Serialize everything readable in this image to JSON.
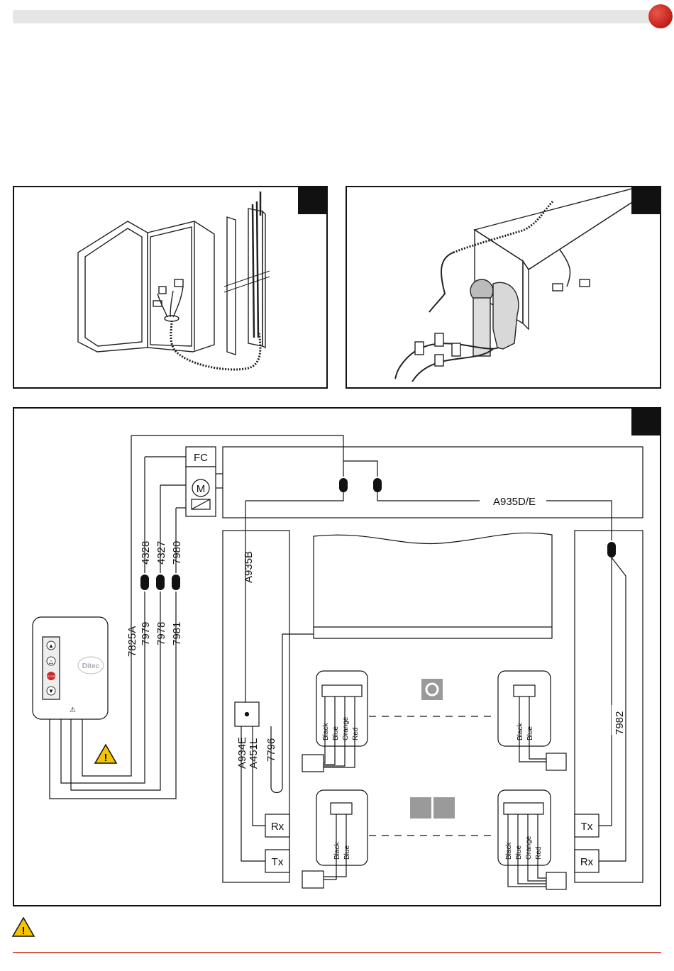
{
  "header": {
    "bar_color": "#e6e6e6",
    "dot_color": "#c8261d"
  },
  "footer": {
    "line_color": "#d45a55"
  },
  "panels": [
    {
      "id": "panel-1",
      "description": "control-box-with-spiral-cable"
    },
    {
      "id": "panel-2",
      "description": "motor-on-bar-with-connectors"
    },
    {
      "id": "panel-3",
      "description": "wiring-diagram"
    }
  ],
  "wiring": {
    "fc_label": "FC",
    "m_label": "M",
    "cable_a935de": "A935D/E",
    "cable_a935b": "A935B",
    "cable_4328": "4328",
    "cable_4327": "4327",
    "cable_7980": "7980",
    "cable_7825a": "7825A",
    "cable_7979": "7979",
    "cable_7978": "7978",
    "cable_7981": "7981",
    "cable_7982": "7982",
    "cable_a934e": "A934E",
    "cable_a451l": "A451L",
    "cable_7796": "7796",
    "rx_label": "Rx",
    "tx_label": "Tx",
    "wire_black": "Black",
    "wire_blue": "Blue",
    "wire_orange": "Orange",
    "wire_red": "Red",
    "stop_label": "STOP",
    "brand": "Ditec"
  },
  "colors": {
    "warning": "#f4c400",
    "stop": "#d0262a",
    "grey_box": "#9a9a9a"
  },
  "icons": [
    "warning-icon",
    "up-arrow-icon",
    "down-arrow-icon",
    "stop-icon"
  ]
}
